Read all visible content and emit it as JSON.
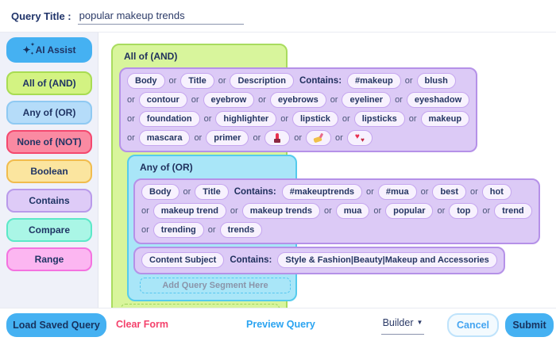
{
  "header": {
    "title_label": "Query Title :",
    "title_value": "popular makeup trends"
  },
  "colors": {
    "accent_blue": "#45b1f2",
    "navy_text": "#20346a",
    "clear_pink": "#f4426c",
    "link_blue": "#2ba4f1",
    "and_green_fill": "#d8f59c",
    "and_green_border": "#a9dc5f",
    "or_cyan_fill": "#a9e6f8",
    "or_cyan_border": "#55cbed",
    "block_purple_fill": "#dccaf6",
    "block_purple_border": "#b591e8"
  },
  "sidebar": {
    "ai_assist_label": "AI Assist",
    "ai_assist_icon": "sparkles-icon",
    "items": [
      {
        "label": "All of (AND)",
        "fill": "#d3f382",
        "border": "#a8dc52"
      },
      {
        "label": "Any of (OR)",
        "fill": "#b5dcf9",
        "border": "#8fc9f2"
      },
      {
        "label": "None of (NOT)",
        "fill": "#fa8aa2",
        "border": "#f4486e"
      },
      {
        "label": "Boolean",
        "fill": "#fbe59f",
        "border": "#f1bc4d"
      },
      {
        "label": "Contains",
        "fill": "#decbf7",
        "border": "#b99aea"
      },
      {
        "label": "Compare",
        "fill": "#aaf6e6",
        "border": "#5ce8c8"
      },
      {
        "label": "Range",
        "fill": "#fcb6f1",
        "border": "#f472e0"
      }
    ]
  },
  "builder": {
    "and_group_title": "All of (AND)",
    "or_group_title": "Any of (OR)",
    "add_segment_label": "Add Query Segment Here",
    "blocks": {
      "block1": {
        "rows": [
          [
            {
              "k": "pill",
              "v": "Body"
            },
            {
              "k": "or",
              "v": "or"
            },
            {
              "k": "pill",
              "v": "Title"
            },
            {
              "k": "or",
              "v": "or"
            },
            {
              "k": "pill",
              "v": "Description"
            },
            {
              "k": "label",
              "v": "Contains:"
            },
            {
              "k": "pill",
              "v": "#makeup"
            },
            {
              "k": "or",
              "v": "or"
            },
            {
              "k": "pill",
              "v": "blush"
            }
          ],
          [
            {
              "k": "or",
              "v": "or"
            },
            {
              "k": "pill",
              "v": "contour"
            },
            {
              "k": "or",
              "v": "or"
            },
            {
              "k": "pill",
              "v": "eyebrow"
            },
            {
              "k": "or",
              "v": "or"
            },
            {
              "k": "pill",
              "v": "eyebrows"
            },
            {
              "k": "or",
              "v": "or"
            },
            {
              "k": "pill",
              "v": "eyeliner"
            },
            {
              "k": "or",
              "v": "or"
            },
            {
              "k": "pill",
              "v": "eyeshadow"
            }
          ],
          [
            {
              "k": "or",
              "v": "or"
            },
            {
              "k": "pill",
              "v": "foundation"
            },
            {
              "k": "or",
              "v": "or"
            },
            {
              "k": "pill",
              "v": "highlighter"
            },
            {
              "k": "or",
              "v": "or"
            },
            {
              "k": "pill",
              "v": "lipstick"
            },
            {
              "k": "or",
              "v": "or"
            },
            {
              "k": "pill",
              "v": "lipsticks"
            },
            {
              "k": "or",
              "v": "or"
            },
            {
              "k": "pill",
              "v": "makeup"
            }
          ],
          [
            {
              "k": "or",
              "v": "or"
            },
            {
              "k": "pill",
              "v": "mascara"
            },
            {
              "k": "or",
              "v": "or"
            },
            {
              "k": "pill",
              "v": "primer"
            },
            {
              "k": "or",
              "v": "or"
            },
            {
              "k": "emoji",
              "v": "lipstick-icon"
            },
            {
              "k": "or",
              "v": "or"
            },
            {
              "k": "emoji",
              "v": "nail-polish-icon"
            },
            {
              "k": "or",
              "v": "or"
            },
            {
              "k": "emoji",
              "v": "kiss-icon"
            }
          ]
        ]
      },
      "block2": {
        "rows": [
          [
            {
              "k": "pill",
              "v": "Body"
            },
            {
              "k": "or",
              "v": "or"
            },
            {
              "k": "pill",
              "v": "Title"
            },
            {
              "k": "label",
              "v": "Contains:"
            },
            {
              "k": "pill",
              "v": "#makeuptrends"
            },
            {
              "k": "or",
              "v": "or"
            },
            {
              "k": "pill",
              "v": "#mua"
            },
            {
              "k": "or",
              "v": "or"
            },
            {
              "k": "pill",
              "v": "best"
            },
            {
              "k": "or",
              "v": "or"
            },
            {
              "k": "pill",
              "v": "hot"
            }
          ],
          [
            {
              "k": "or",
              "v": "or"
            },
            {
              "k": "pill",
              "v": "makeup trend"
            },
            {
              "k": "or",
              "v": "or"
            },
            {
              "k": "pill",
              "v": "makeup trends"
            },
            {
              "k": "or",
              "v": "or"
            },
            {
              "k": "pill",
              "v": "mua"
            },
            {
              "k": "or",
              "v": "or"
            },
            {
              "k": "pill",
              "v": "popular"
            },
            {
              "k": "or",
              "v": "or"
            },
            {
              "k": "pill",
              "v": "top"
            },
            {
              "k": "or",
              "v": "or"
            },
            {
              "k": "pill",
              "v": "trend"
            }
          ],
          [
            {
              "k": "or",
              "v": "or"
            },
            {
              "k": "pill",
              "v": "trending"
            },
            {
              "k": "or",
              "v": "or"
            },
            {
              "k": "pill",
              "v": "trends"
            }
          ]
        ]
      },
      "block3": {
        "rows": [
          [
            {
              "k": "pill",
              "v": "Content Subject"
            },
            {
              "k": "label",
              "v": "Contains:"
            },
            {
              "k": "pill",
              "v": "Style & Fashion|Beauty|Makeup and Accessories"
            }
          ]
        ]
      }
    }
  },
  "footer": {
    "load_saved_label": "Load Saved Query",
    "clear_form_label": "Clear Form",
    "preview_query_label": "Preview Query",
    "mode_value": "Builder",
    "cancel_label": "Cancel",
    "submit_label": "Submit"
  }
}
